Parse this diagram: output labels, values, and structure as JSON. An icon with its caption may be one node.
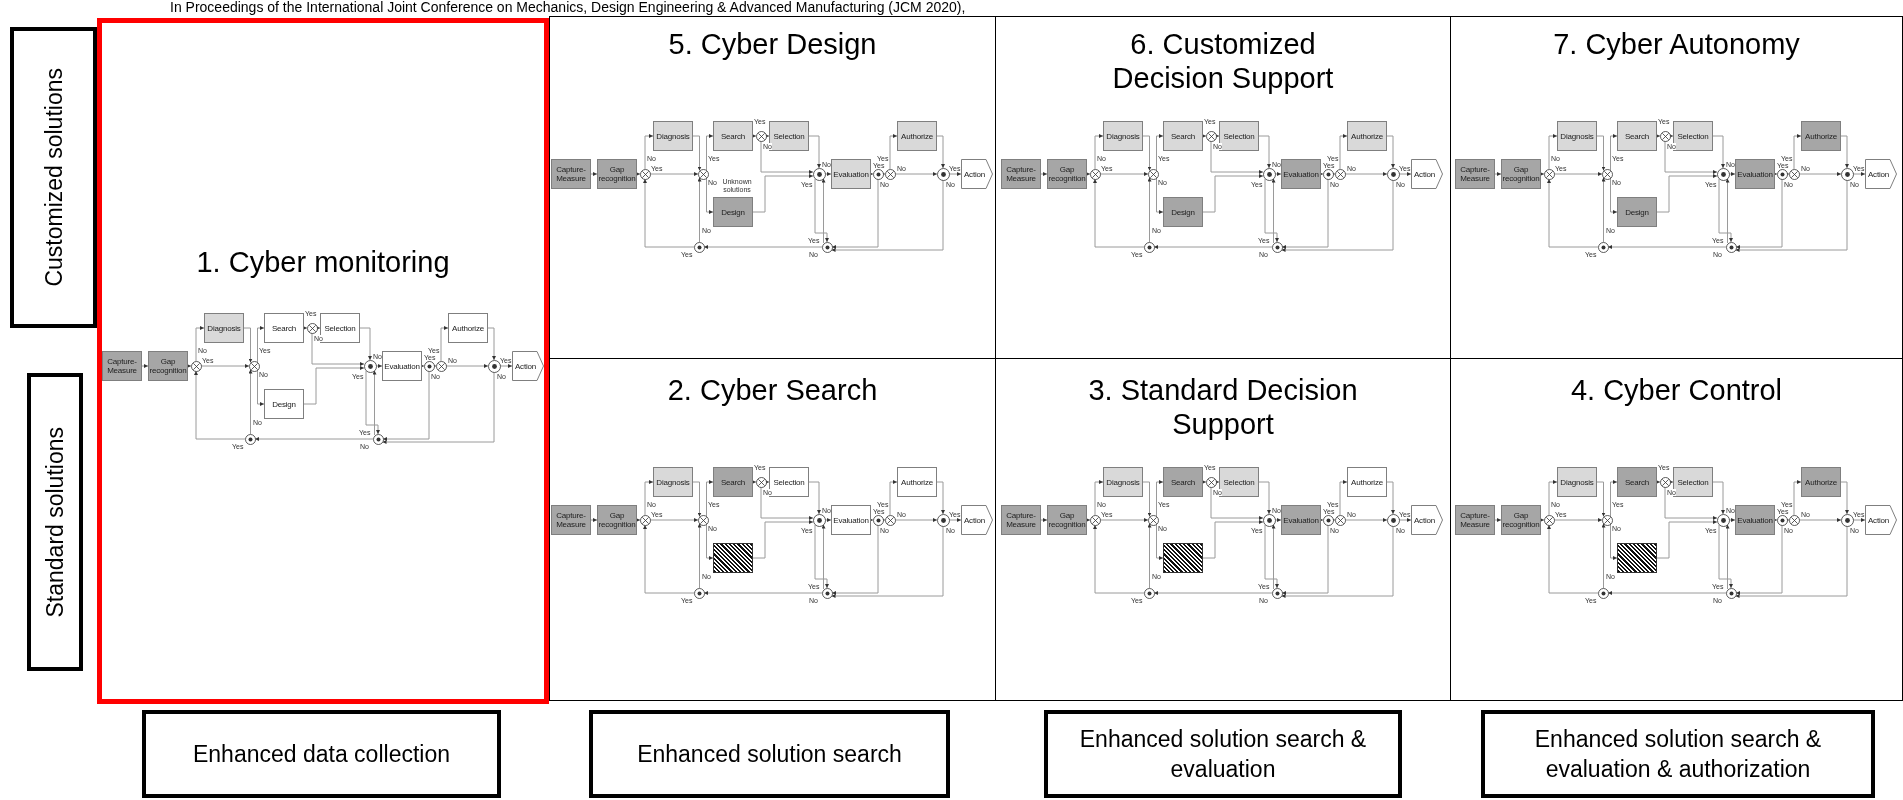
{
  "diagram": {
    "nodes": [
      {
        "text": [
          "Customized solutions"
        ]
      },
      {
        "text": [
          "1. Cyber monitoring"
        ]
      },
      {
        "text": [
          "Capture-Measure"
        ],
        "in": 1
      },
      {
        "text": [
          "Gap recognition"
        ],
        "in": 1
      },
      {
        "text": [],
        "shape": "circle",
        "in": 1
      },
      {
        "text": [
          "Diagnosis"
        ],
        "in": 1
      },
      {
        "text": [],
        "shape": "circle",
        "in": 1
      },
      {
        "text": [
          "Search"
        ],
        "in": 1
      },
      {
        "text": [],
        "shape": "circle",
        "in": 1
      },
      {
        "text": [
          "Selection"
        ],
        "in": 1
      },
      {
        "text": [
          "Design"
        ],
        "in": 1
      },
      {
        "text": [],
        "shape": "circle",
        "in": 1
      },
      {
        "text": [
          "Evaluation"
        ],
        "in": 1
      },
      {
        "text": [],
        "shape": "circle",
        "in": 1
      },
      {
        "text": [],
        "shape": "circle",
        "in": 1
      },
      {
        "text": [
          "Authorize"
        ],
        "in": 1
      },
      {
        "text": [],
        "shape": "circle",
        "in": 1
      },
      {
        "text": [
          "Action"
        ],
        "in": 1
      },
      {
        "text": [],
        "shape": "circle",
        "in": 1
      },
      {
        "text": [],
        "shape": "circle",
        "in": 1
      },
      {
        "text": [
          "5. Cyber Design"
        ]
      },
      {
        "text": [
          "Capture-Measure"
        ],
        "in": 20
      },
      {
        "text": [
          "Gap recognition"
        ],
        "in": 20
      },
      {
        "text": [],
        "shape": "circle",
        "in": 20
      },
      {
        "text": [
          "Diagnosis"
        ],
        "in": 20
      },
      {
        "text": [],
        "shape": "circle",
        "in": 20
      },
      {
        "text": [
          "Search"
        ],
        "in": 20
      },
      {
        "text": [],
        "shape": "circle",
        "in": 20
      },
      {
        "text": [
          "Selection"
        ],
        "in": 20
      },
      {
        "text": [
          "Design"
        ],
        "beside": [
          "Unknown solutions"
        ],
        "in": 20
      },
      {
        "text": [],
        "shape": "circle",
        "in": 20
      },
      {
        "text": [
          "Evaluation"
        ],
        "in": 20
      },
      {
        "text": [],
        "shape": "circle",
        "in": 20
      },
      {
        "text": [],
        "shape": "circle",
        "in": 20
      },
      {
        "text": [
          "Authorize"
        ],
        "in": 20
      },
      {
        "text": [],
        "shape": "circle",
        "in": 20
      },
      {
        "text": [
          "Action"
        ],
        "in": 20
      },
      {
        "text": [],
        "shape": "circle",
        "in": 20
      },
      {
        "text": [],
        "shape": "circle",
        "in": 20
      },
      {
        "text": [
          "6. Customized Decision Support"
        ]
      },
      {
        "text": [
          "Capture-Measure"
        ],
        "in": 39
      },
      {
        "text": [
          "Gap recognition"
        ],
        "in": 39
      },
      {
        "text": [],
        "shape": "circle",
        "in": 39
      },
      {
        "text": [
          "Diagnosis"
        ],
        "in": 39
      },
      {
        "text": [],
        "shape": "circle",
        "in": 39
      },
      {
        "text": [
          "Search"
        ],
        "in": 39
      },
      {
        "text": [],
        "shape": "circle",
        "in": 39
      },
      {
        "text": [
          "Selection"
        ],
        "in": 39
      },
      {
        "text": [
          "Design"
        ],
        "in": 39
      },
      {
        "text": [],
        "shape": "circle",
        "in": 39
      },
      {
        "text": [
          "Evaluation"
        ],
        "in": 39
      },
      {
        "text": [],
        "shape": "circle",
        "in": 39
      },
      {
        "text": [],
        "shape": "circle",
        "in": 39
      },
      {
        "text": [
          "Authorize"
        ],
        "in": 39
      },
      {
        "text": [],
        "shape": "circle",
        "in": 39
      },
      {
        "text": [
          "Action"
        ],
        "in": 39
      },
      {
        "text": [],
        "shape": "circle",
        "in": 39
      },
      {
        "text": [],
        "shape": "circle",
        "in": 39
      },
      {
        "text": [
          "7. Cyber Autonomy"
        ]
      },
      {
        "text": [
          "Capture-Measure"
        ],
        "in": 58
      },
      {
        "text": [
          "Gap recognition"
        ],
        "in": 58
      },
      {
        "text": [],
        "shape": "circle",
        "in": 58
      },
      {
        "text": [
          "Diagnosis"
        ],
        "in": 58
      },
      {
        "text": [],
        "shape": "circle",
        "in": 58
      },
      {
        "text": [
          "Search"
        ],
        "in": 58
      },
      {
        "text": [],
        "shape": "circle",
        "in": 58
      },
      {
        "text": [
          "Selection"
        ],
        "in": 58
      },
      {
        "text": [
          "Design"
        ],
        "in": 58
      },
      {
        "text": [],
        "shape": "circle",
        "in": 58
      },
      {
        "text": [
          "Evaluation"
        ],
        "in": 58
      },
      {
        "text": [],
        "shape": "circle",
        "in": 58
      },
      {
        "text": [],
        "shape": "circle",
        "in": 58
      },
      {
        "text": [
          "Authorize"
        ],
        "in": 58
      },
      {
        "text": [],
        "shape": "circle",
        "in": 58
      },
      {
        "text": [
          "Action"
        ],
        "in": 58
      },
      {
        "text": [],
        "shape": "circle",
        "in": 58
      },
      {
        "text": [],
        "shape": "circle",
        "in": 58
      },
      {
        "text": [
          "Standard solutions"
        ]
      },
      {
        "text": [
          "2. Cyber Search"
        ]
      },
      {
        "text": [
          "Capture-Measure"
        ],
        "in": 78
      },
      {
        "text": [
          "Gap recognition"
        ],
        "in": 78
      },
      {
        "text": [],
        "shape": "circle",
        "in": 78
      },
      {
        "text": [
          "Diagnosis"
        ],
        "in": 78
      },
      {
        "text": [],
        "shape": "circle",
        "in": 78
      },
      {
        "text": [
          "Search"
        ],
        "in": 78
      },
      {
        "text": [],
        "shape": "circle",
        "in": 78
      },
      {
        "text": [
          "Selection"
        ],
        "in": 78
      },
      {
        "text": [],
        "shape": "box",
        "in": 78
      },
      {
        "text": [],
        "shape": "circle",
        "in": 78
      },
      {
        "text": [
          "Evaluation"
        ],
        "in": 78
      },
      {
        "text": [],
        "shape": "circle",
        "in": 78
      },
      {
        "text": [],
        "shape": "circle",
        "in": 78
      },
      {
        "text": [
          "Authorize"
        ],
        "in": 78
      },
      {
        "text": [],
        "shape": "circle",
        "in": 78
      },
      {
        "text": [
          "Action"
        ],
        "in": 78
      },
      {
        "text": [],
        "shape": "circle",
        "in": 78
      },
      {
        "text": [],
        "shape": "circle",
        "in": 78
      },
      {
        "text": [
          "3. Standard Decision Support"
        ]
      },
      {
        "text": [
          "Capture-Measure"
        ],
        "in": 97
      },
      {
        "text": [
          "Gap recognition"
        ],
        "in": 97
      },
      {
        "text": [],
        "shape": "circle",
        "in": 97
      },
      {
        "text": [
          "Diagnosis"
        ],
        "in": 97
      },
      {
        "text": [],
        "shape": "circle",
        "in": 97
      },
      {
        "text": [
          "Search"
        ],
        "in": 97
      },
      {
        "text": [],
        "shape": "circle",
        "in": 97
      },
      {
        "text": [
          "Selection"
        ],
        "in": 97
      },
      {
        "text": [],
        "shape": "box",
        "in": 97
      },
      {
        "text": [],
        "shape": "circle",
        "in": 97
      },
      {
        "text": [
          "Evaluation"
        ],
        "in": 97
      },
      {
        "text": [],
        "shape": "circle",
        "in": 97
      },
      {
        "text": [],
        "shape": "circle",
        "in": 97
      },
      {
        "text": [
          "Authorize"
        ],
        "in": 97
      },
      {
        "text": [],
        "shape": "circle",
        "in": 97
      },
      {
        "text": [
          "Action"
        ],
        "in": 97
      },
      {
        "text": [],
        "shape": "circle",
        "in": 97
      },
      {
        "text": [],
        "shape": "circle",
        "in": 97
      },
      {
        "text": [
          "4. Cyber Control"
        ]
      },
      {
        "text": [
          "Capture-Measure"
        ],
        "in": 116
      },
      {
        "text": [
          "Gap recognition"
        ],
        "in": 116
      },
      {
        "text": [],
        "shape": "circle",
        "in": 116
      },
      {
        "text": [
          "Diagnosis"
        ],
        "in": 116
      },
      {
        "text": [],
        "shape": "circle",
        "in": 116
      },
      {
        "text": [
          "Search"
        ],
        "in": 116
      },
      {
        "text": [],
        "shape": "circle",
        "in": 116
      },
      {
        "text": [
          "Selection"
        ],
        "in": 116
      },
      {
        "text": [],
        "shape": "box",
        "in": 116
      },
      {
        "text": [],
        "shape": "circle",
        "in": 116
      },
      {
        "text": [
          "Evaluation"
        ],
        "in": 116
      },
      {
        "text": [],
        "shape": "circle",
        "in": 116
      },
      {
        "text": [],
        "shape": "circle",
        "in": 116
      },
      {
        "text": [
          "Authorize"
        ],
        "in": 116
      },
      {
        "text": [],
        "shape": "circle",
        "in": 116
      },
      {
        "text": [
          "Action"
        ],
        "in": 116
      },
      {
        "text": [],
        "shape": "circle",
        "in": 116
      },
      {
        "text": [],
        "shape": "circle",
        "in": 116
      },
      {
        "text": [
          "Enhanced data collection"
        ]
      },
      {
        "text": [
          "Enhanced solution search"
        ]
      },
      {
        "text": [
          "Enhanced solution search & evaluation"
        ]
      },
      {
        "text": [
          "Enhanced solution search & evaluation & authorization"
        ]
      }
    ],
    "edges": [
      {
        "from": 2,
        "to": 3,
        "arrow": "to"
      },
      {
        "from": 3,
        "to": 4,
        "arrow": "to"
      },
      {
        "from": 4,
        "to": 5,
        "arrow": "to",
        "label": "No"
      },
      {
        "from": 4,
        "to": 6,
        "arrow": "to",
        "label": "Yes"
      },
      {
        "from": 5,
        "to": 6,
        "arrow": "to"
      },
      {
        "from": 6,
        "to": 7,
        "arrow": "to",
        "label": "Yes"
      },
      {
        "from": 6,
        "to": 10,
        "arrow": "to",
        "label": "No"
      },
      {
        "from": 7,
        "to": 8,
        "arrow": "to"
      },
      {
        "from": 8,
        "to": 9,
        "arrow": "to",
        "label": "Yes"
      },
      {
        "from": 8,
        "to": 11,
        "arrow": "to",
        "label": "No"
      },
      {
        "from": 9,
        "to": 11,
        "arrow": "to"
      },
      {
        "from": 10,
        "to": 11,
        "arrow": "to"
      },
      {
        "from": 11,
        "to": 12,
        "arrow": "to",
        "label": "No"
      },
      {
        "from": 11,
        "to": 19,
        "arrow": "to",
        "label": "Yes"
      },
      {
        "from": 12,
        "to": 13,
        "arrow": "to"
      },
      {
        "from": 13,
        "to": 14,
        "arrow": "to",
        "label": "Yes"
      },
      {
        "from": 13,
        "to": 19,
        "arrow": "to",
        "label": "No"
      },
      {
        "from": 14,
        "to": 15,
        "arrow": "to",
        "label": "Yes"
      },
      {
        "from": 14,
        "to": 16,
        "arrow": "to",
        "label": "No"
      },
      {
        "from": 15,
        "to": 16,
        "arrow": "to"
      },
      {
        "from": 16,
        "to": 17,
        "arrow": "to",
        "label": "Yes"
      },
      {
        "from": 16,
        "to": 19,
        "arrow": "to",
        "label": "No"
      },
      {
        "from": 19,
        "to": 11,
        "arrow": "to",
        "label": "Yes"
      },
      {
        "from": 19,
        "to": 18,
        "arrow": "to",
        "label": "No"
      },
      {
        "from": 18,
        "to": 6,
        "arrow": "to",
        "label": "No"
      },
      {
        "from": 18,
        "to": 4,
        "arrow": "to",
        "label": "Yes"
      },
      {
        "from": 21,
        "to": 22,
        "arrow": "to"
      },
      {
        "from": 22,
        "to": 23,
        "arrow": "to"
      },
      {
        "from": 23,
        "to": 24,
        "arrow": "to",
        "label": "No"
      },
      {
        "from": 23,
        "to": 25,
        "arrow": "to",
        "label": "Yes"
      },
      {
        "from": 24,
        "to": 25,
        "arrow": "to"
      },
      {
        "from": 25,
        "to": 26,
        "arrow": "to",
        "label": "Yes"
      },
      {
        "from": 25,
        "to": 29,
        "arrow": "to",
        "label": "No"
      },
      {
        "from": 26,
        "to": 27,
        "arrow": "to"
      },
      {
        "from": 27,
        "to": 28,
        "arrow": "to",
        "label": "Yes"
      },
      {
        "from": 27,
        "to": 30,
        "arrow": "to",
        "label": "No"
      },
      {
        "from": 28,
        "to": 30,
        "arrow": "to"
      },
      {
        "from": 29,
        "to": 30,
        "arrow": "to"
      },
      {
        "from": 30,
        "to": 31,
        "arrow": "to",
        "label": "No"
      },
      {
        "from": 30,
        "to": 38,
        "arrow": "to",
        "label": "Yes"
      },
      {
        "from": 31,
        "to": 32,
        "arrow": "to"
      },
      {
        "from": 32,
        "to": 33,
        "arrow": "to",
        "label": "Yes"
      },
      {
        "from": 32,
        "to": 38,
        "arrow": "to",
        "label": "No"
      },
      {
        "from": 33,
        "to": 34,
        "arrow": "to",
        "label": "Yes"
      },
      {
        "from": 33,
        "to": 35,
        "arrow": "to",
        "label": "No"
      },
      {
        "from": 34,
        "to": 35,
        "arrow": "to"
      },
      {
        "from": 35,
        "to": 36,
        "arrow": "to",
        "label": "Yes"
      },
      {
        "from": 35,
        "to": 38,
        "arrow": "to",
        "label": "No"
      },
      {
        "from": 38,
        "to": 30,
        "arrow": "to",
        "label": "Yes"
      },
      {
        "from": 38,
        "to": 37,
        "arrow": "to",
        "label": "No"
      },
      {
        "from": 37,
        "to": 25,
        "arrow": "to",
        "label": "No"
      },
      {
        "from": 37,
        "to": 23,
        "arrow": "to",
        "label": "Yes"
      },
      {
        "from": 40,
        "to": 41,
        "arrow": "to"
      },
      {
        "from": 41,
        "to": 42,
        "arrow": "to"
      },
      {
        "from": 42,
        "to": 43,
        "arrow": "to",
        "label": "No"
      },
      {
        "from": 42,
        "to": 44,
        "arrow": "to",
        "label": "Yes"
      },
      {
        "from": 43,
        "to": 44,
        "arrow": "to"
      },
      {
        "from": 44,
        "to": 45,
        "arrow": "to",
        "label": "Yes"
      },
      {
        "from": 44,
        "to": 48,
        "arrow": "to",
        "label": "No"
      },
      {
        "from": 45,
        "to": 46,
        "arrow": "to"
      },
      {
        "from": 46,
        "to": 47,
        "arrow": "to",
        "label": "Yes"
      },
      {
        "from": 46,
        "to": 49,
        "arrow": "to",
        "label": "No"
      },
      {
        "from": 47,
        "to": 49,
        "arrow": "to"
      },
      {
        "from": 48,
        "to": 49,
        "arrow": "to"
      },
      {
        "from": 49,
        "to": 50,
        "arrow": "to",
        "label": "No"
      },
      {
        "from": 49,
        "to": 57,
        "arrow": "to",
        "label": "Yes"
      },
      {
        "from": 50,
        "to": 51,
        "arrow": "to"
      },
      {
        "from": 51,
        "to": 52,
        "arrow": "to",
        "label": "Yes"
      },
      {
        "from": 51,
        "to": 57,
        "arrow": "to",
        "label": "No"
      },
      {
        "from": 52,
        "to": 53,
        "arrow": "to",
        "label": "Yes"
      },
      {
        "from": 52,
        "to": 54,
        "arrow": "to",
        "label": "No"
      },
      {
        "from": 53,
        "to": 54,
        "arrow": "to"
      },
      {
        "from": 54,
        "to": 55,
        "arrow": "to",
        "label": "Yes"
      },
      {
        "from": 54,
        "to": 57,
        "arrow": "to",
        "label": "No"
      },
      {
        "from": 57,
        "to": 49,
        "arrow": "to",
        "label": "Yes"
      },
      {
        "from": 57,
        "to": 56,
        "arrow": "to",
        "label": "No"
      },
      {
        "from": 56,
        "to": 44,
        "arrow": "to",
        "label": "No"
      },
      {
        "from": 56,
        "to": 42,
        "arrow": "to",
        "label": "Yes"
      },
      {
        "from": 59,
        "to": 60,
        "arrow": "to"
      },
      {
        "from": 60,
        "to": 61,
        "arrow": "to"
      },
      {
        "from": 61,
        "to": 62,
        "arrow": "to",
        "label": "No"
      },
      {
        "from": 61,
        "to": 63,
        "arrow": "to",
        "label": "Yes"
      },
      {
        "from": 62,
        "to": 63,
        "arrow": "to"
      },
      {
        "from": 63,
        "to": 64,
        "arrow": "to",
        "label": "Yes"
      },
      {
        "from": 63,
        "to": 67,
        "arrow": "to",
        "label": "No"
      },
      {
        "from": 64,
        "to": 65,
        "arrow": "to"
      },
      {
        "from": 65,
        "to": 66,
        "arrow": "to",
        "label": "Yes"
      },
      {
        "from": 65,
        "to": 68,
        "arrow": "to",
        "label": "No"
      },
      {
        "from": 66,
        "to": 68,
        "arrow": "to"
      },
      {
        "from": 67,
        "to": 68,
        "arrow": "to"
      },
      {
        "from": 68,
        "to": 69,
        "arrow": "to",
        "label": "No"
      },
      {
        "from": 68,
        "to": 76,
        "arrow": "to",
        "label": "Yes"
      },
      {
        "from": 69,
        "to": 70,
        "arrow": "to"
      },
      {
        "from": 70,
        "to": 71,
        "arrow": "to",
        "label": "Yes"
      },
      {
        "from": 70,
        "to": 76,
        "arrow": "to",
        "label": "No"
      },
      {
        "from": 71,
        "to": 72,
        "arrow": "to",
        "label": "Yes"
      },
      {
        "from": 71,
        "to": 73,
        "arrow": "to",
        "label": "No"
      },
      {
        "from": 72,
        "to": 73,
        "arrow": "to"
      },
      {
        "from": 73,
        "to": 74,
        "arrow": "to",
        "label": "Yes"
      },
      {
        "from": 73,
        "to": 76,
        "arrow": "to",
        "label": "No"
      },
      {
        "from": 76,
        "to": 68,
        "arrow": "to",
        "label": "Yes"
      },
      {
        "from": 76,
        "to": 75,
        "arrow": "to",
        "label": "No"
      },
      {
        "from": 75,
        "to": 63,
        "arrow": "to",
        "label": "No"
      },
      {
        "from": 75,
        "to": 61,
        "arrow": "to",
        "label": "Yes"
      },
      {
        "from": 79,
        "to": 80,
        "arrow": "to"
      },
      {
        "from": 80,
        "to": 81,
        "arrow": "to"
      },
      {
        "from": 81,
        "to": 82,
        "arrow": "to",
        "label": "No"
      },
      {
        "from": 81,
        "to": 83,
        "arrow": "to",
        "label": "Yes"
      },
      {
        "from": 82,
        "to": 83,
        "arrow": "to"
      },
      {
        "from": 83,
        "to": 84,
        "arrow": "to",
        "label": "Yes"
      },
      {
        "from": 83,
        "to": 87,
        "arrow": "to",
        "label": "No"
      },
      {
        "from": 84,
        "to": 85,
        "arrow": "to"
      },
      {
        "from": 85,
        "to": 86,
        "arrow": "to",
        "label": "Yes"
      },
      {
        "from": 85,
        "to": 88,
        "arrow": "to",
        "label": "No"
      },
      {
        "from": 86,
        "to": 88,
        "arrow": "to"
      },
      {
        "from": 87,
        "to": 88,
        "arrow": "to"
      },
      {
        "from": 88,
        "to": 89,
        "arrow": "to",
        "label": "No"
      },
      {
        "from": 88,
        "to": 96,
        "arrow": "to",
        "label": "Yes"
      },
      {
        "from": 89,
        "to": 90,
        "arrow": "to"
      },
      {
        "from": 90,
        "to": 91,
        "arrow": "to",
        "label": "Yes"
      },
      {
        "from": 90,
        "to": 96,
        "arrow": "to",
        "label": "No"
      },
      {
        "from": 91,
        "to": 92,
        "arrow": "to",
        "label": "Yes"
      },
      {
        "from": 91,
        "to": 93,
        "arrow": "to",
        "label": "No"
      },
      {
        "from": 92,
        "to": 93,
        "arrow": "to"
      },
      {
        "from": 93,
        "to": 94,
        "arrow": "to",
        "label": "Yes"
      },
      {
        "from": 93,
        "to": 96,
        "arrow": "to",
        "label": "No"
      },
      {
        "from": 96,
        "to": 88,
        "arrow": "to",
        "label": "Yes"
      },
      {
        "from": 96,
        "to": 95,
        "arrow": "to",
        "label": "No"
      },
      {
        "from": 95,
        "to": 83,
        "arrow": "to",
        "label": "No"
      },
      {
        "from": 95,
        "to": 81,
        "arrow": "to",
        "label": "Yes"
      },
      {
        "from": 98,
        "to": 99,
        "arrow": "to"
      },
      {
        "from": 99,
        "to": 100,
        "arrow": "to"
      },
      {
        "from": 100,
        "to": 101,
        "arrow": "to",
        "label": "No"
      },
      {
        "from": 100,
        "to": 102,
        "arrow": "to",
        "label": "Yes"
      },
      {
        "from": 101,
        "to": 102,
        "arrow": "to"
      },
      {
        "from": 102,
        "to": 103,
        "arrow": "to",
        "label": "Yes"
      },
      {
        "from": 102,
        "to": 106,
        "arrow": "to",
        "label": "No"
      },
      {
        "from": 103,
        "to": 104,
        "arrow": "to"
      },
      {
        "from": 104,
        "to": 105,
        "arrow": "to",
        "label": "Yes"
      },
      {
        "from": 104,
        "to": 107,
        "arrow": "to",
        "label": "No"
      },
      {
        "from": 105,
        "to": 107,
        "arrow": "to"
      },
      {
        "from": 106,
        "to": 107,
        "arrow": "to"
      },
      {
        "from": 107,
        "to": 108,
        "arrow": "to",
        "label": "No"
      },
      {
        "from": 107,
        "to": 115,
        "arrow": "to",
        "label": "Yes"
      },
      {
        "from": 108,
        "to": 109,
        "arrow": "to"
      },
      {
        "from": 109,
        "to": 110,
        "arrow": "to",
        "label": "Yes"
      },
      {
        "from": 109,
        "to": 115,
        "arrow": "to",
        "label": "No"
      },
      {
        "from": 110,
        "to": 111,
        "arrow": "to",
        "label": "Yes"
      },
      {
        "from": 110,
        "to": 112,
        "arrow": "to",
        "label": "No"
      },
      {
        "from": 111,
        "to": 112,
        "arrow": "to"
      },
      {
        "from": 112,
        "to": 113,
        "arrow": "to",
        "label": "Yes"
      },
      {
        "from": 112,
        "to": 115,
        "arrow": "to",
        "label": "No"
      },
      {
        "from": 115,
        "to": 107,
        "arrow": "to",
        "label": "Yes"
      },
      {
        "from": 115,
        "to": 114,
        "arrow": "to",
        "label": "No"
      },
      {
        "from": 114,
        "to": 102,
        "arrow": "to",
        "label": "No"
      },
      {
        "from": 114,
        "to": 100,
        "arrow": "to",
        "label": "Yes"
      },
      {
        "from": 117,
        "to": 118,
        "arrow": "to"
      },
      {
        "from": 118,
        "to": 119,
        "arrow": "to"
      },
      {
        "from": 119,
        "to": 120,
        "arrow": "to",
        "label": "No"
      },
      {
        "from": 119,
        "to": 121,
        "arrow": "to",
        "label": "Yes"
      },
      {
        "from": 120,
        "to": 121,
        "arrow": "to"
      },
      {
        "from": 121,
        "to": 122,
        "arrow": "to",
        "label": "Yes"
      },
      {
        "from": 121,
        "to": 125,
        "arrow": "to",
        "label": "No"
      },
      {
        "from": 122,
        "to": 123,
        "arrow": "to"
      },
      {
        "from": 123,
        "to": 124,
        "arrow": "to",
        "label": "Yes"
      },
      {
        "from": 123,
        "to": 126,
        "arrow": "to",
        "label": "No"
      },
      {
        "from": 124,
        "to": 126,
        "arrow": "to"
      },
      {
        "from": 125,
        "to": 126,
        "arrow": "to"
      },
      {
        "from": 126,
        "to": 127,
        "arrow": "to",
        "label": "No"
      },
      {
        "from": 126,
        "to": 134,
        "arrow": "to",
        "label": "Yes"
      },
      {
        "from": 127,
        "to": 128,
        "arrow": "to"
      },
      {
        "from": 128,
        "to": 129,
        "arrow": "to",
        "label": "Yes"
      },
      {
        "from": 128,
        "to": 134,
        "arrow": "to",
        "label": "No"
      },
      {
        "from": 129,
        "to": 130,
        "arrow": "to",
        "label": "Yes"
      },
      {
        "from": 129,
        "to": 131,
        "arrow": "to",
        "label": "No"
      },
      {
        "from": 130,
        "to": 131,
        "arrow": "to"
      },
      {
        "from": 131,
        "to": 132,
        "arrow": "to",
        "label": "Yes"
      },
      {
        "from": 131,
        "to": 134,
        "arrow": "to",
        "label": "No"
      },
      {
        "from": 134,
        "to": 126,
        "arrow": "to",
        "label": "Yes"
      },
      {
        "from": 134,
        "to": 133,
        "arrow": "to",
        "label": "No"
      },
      {
        "from": 133,
        "to": 121,
        "arrow": "to",
        "label": "No"
      },
      {
        "from": 133,
        "to": 119,
        "arrow": "to",
        "label": "Yes"
      }
    ],
    "labels": [
      "In Proceedings of the International Joint Conference on Mechanics, Design Engineering & Advanced Manufacturing (JCM 2020),"
    ]
  }
}
